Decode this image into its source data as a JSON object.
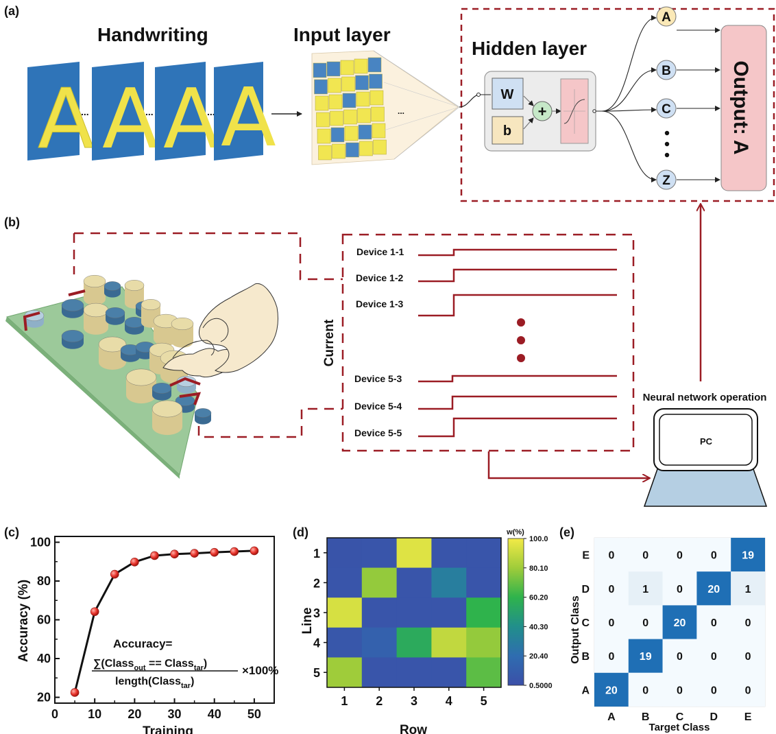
{
  "panels": {
    "a": {
      "label": "(a)",
      "handwriting_title": "Handwriting",
      "input_title": "Input layer",
      "hidden_title": "Hidden layer",
      "ellipsis": "...",
      "w_label": "W",
      "b_label": "b",
      "plus": "+",
      "outputs": [
        "A",
        "B",
        "C",
        "Z"
      ],
      "output_box": "Output: A",
      "letter": "A"
    },
    "b": {
      "label": "(b)",
      "current_label": "Current",
      "devices": [
        "Device 1-1",
        "Device 1-2",
        "Device 1-3",
        "Device 5-3",
        "Device 5-4",
        "Device 5-5"
      ],
      "nn_label": "Neural network operation",
      "pc_label": "PC"
    },
    "c": {
      "label": "(c)"
    },
    "d": {
      "label": "(d)"
    },
    "e": {
      "label": "(e)"
    }
  },
  "colors": {
    "dark_red": "#9b1c24",
    "blue": "#2f74b8",
    "yellow": "#f0e24a",
    "pink": "#f5c6c8",
    "board": "#8fbf8e"
  },
  "chart_data": [
    {
      "type": "line",
      "xlabel": "Training",
      "ylabel": "Accuracy (%)",
      "x": [
        5,
        10,
        15,
        20,
        25,
        30,
        35,
        40,
        45,
        50
      ],
      "y": [
        22.5,
        64.2,
        83.5,
        89.8,
        93.1,
        93.9,
        94.3,
        94.8,
        95.2,
        95.6
      ],
      "xlim": [
        0,
        55
      ],
      "ylim": [
        17,
        103
      ],
      "xticks": [
        "0",
        "10",
        "20",
        "30",
        "40",
        "50"
      ],
      "yticks": [
        "20",
        "40",
        "60",
        "80",
        "100"
      ],
      "formula": {
        "prefix": "Accuracy=",
        "numerator": "∑(Class",
        "num_sub1": "out",
        "num_mid": " == Class",
        "num_sub2": "tar",
        "num_end": ")",
        "denominator": "length(Class",
        "den_sub": "tar",
        "den_end": ")",
        "suffix": "×100%"
      }
    },
    {
      "type": "heatmap",
      "xlabel": "Row",
      "ylabel": "Line",
      "colorbar_title": "w(%)",
      "colorbar_ticks": [
        "100.0",
        "80.10",
        "60.20",
        "40.30",
        "20.40",
        "0.5000"
      ],
      "row_labels": [
        "1",
        "2",
        "3",
        "4",
        "5"
      ],
      "col_labels": [
        "1",
        "2",
        "3",
        "4",
        "5"
      ],
      "values": [
        [
          3,
          4,
          95,
          4,
          4
        ],
        [
          4,
          78,
          4,
          30,
          4
        ],
        [
          93,
          4,
          4,
          4,
          60
        ],
        [
          5,
          12,
          55,
          88,
          78
        ],
        [
          80,
          4,
          4,
          4,
          68
        ]
      ]
    },
    {
      "type": "table",
      "title": "",
      "xlabel": "Target Class",
      "ylabel": "Output Class",
      "x_labels": [
        "A",
        "B",
        "C",
        "D",
        "E"
      ],
      "y_labels": [
        "E",
        "D",
        "C",
        "B",
        "A"
      ],
      "values": [
        [
          0,
          0,
          0,
          0,
          19
        ],
        [
          0,
          1,
          0,
          20,
          1
        ],
        [
          0,
          0,
          20,
          0,
          0
        ],
        [
          0,
          19,
          0,
          0,
          0
        ],
        [
          20,
          0,
          0,
          0,
          0
        ]
      ]
    }
  ]
}
